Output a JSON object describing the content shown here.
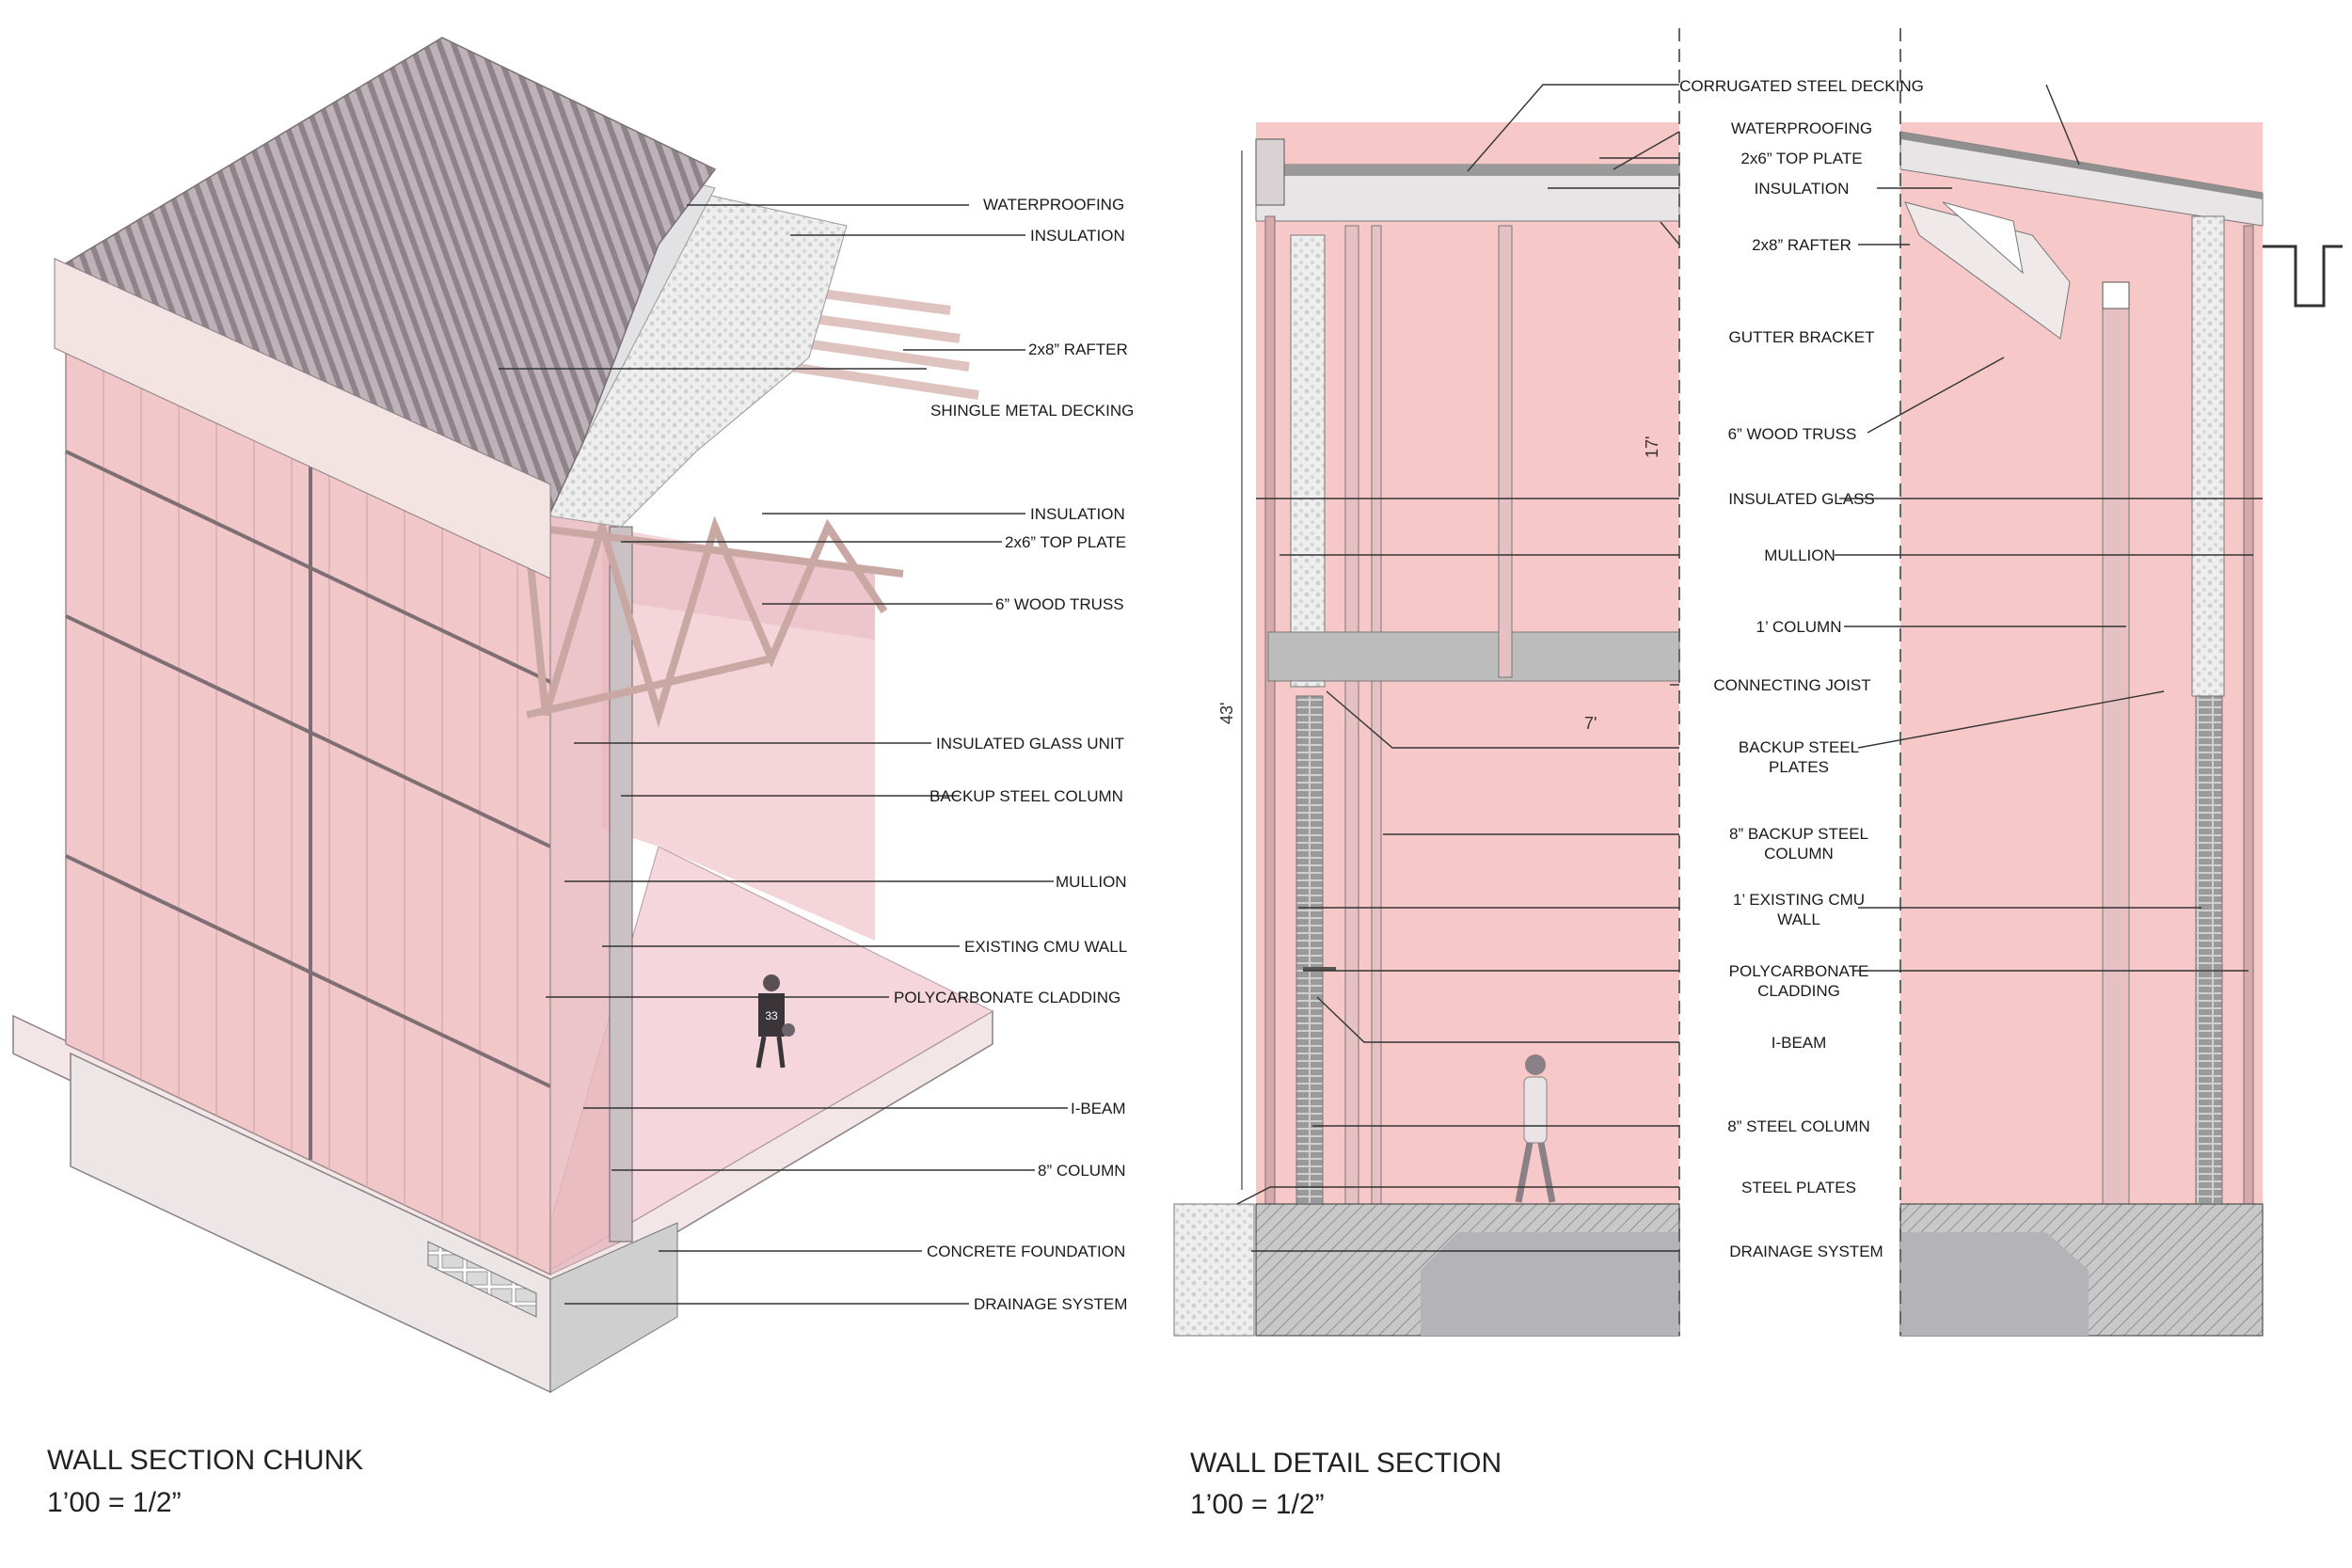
{
  "chunk": {
    "caption_title": "WALL SECTION CHUNK",
    "caption_scale": "1’00 = 1/2”",
    "labels": {
      "waterproofing": "WATERPROOFING",
      "insulation_top": "INSULATION",
      "rafter": "2x8” RAFTER",
      "shingle_decking": "SHINGLE METAL DECKING",
      "insulation_mid": "INSULATION",
      "top_plate": "2x6” TOP PLATE",
      "wood_truss": "6” WOOD TRUSS",
      "insulated_glass_unit": "INSULATED GLASS UNIT",
      "backup_steel_column": "BACKUP STEEL COLUMN",
      "mullion": "MULLION",
      "existing_cmu": "EXISTING CMU WALL",
      "polycarbonate": "POLYCARBONATE CLADDING",
      "ibeam": "I-BEAM",
      "column": "8” COLUMN",
      "concrete_foundation": "CONCRETE FOUNDATION",
      "drainage": "DRAINAGE SYSTEM"
    },
    "player_number": "33"
  },
  "detail": {
    "caption_title": "WALL DETAIL SECTION",
    "caption_scale": "1’00 = 1/2”",
    "labels": {
      "corrugated_decking": "CORRUGATED STEEL DECKING",
      "waterproofing": "WATERPROOFING",
      "top_plate": "2x6” TOP PLATE",
      "insulation": "INSULATION",
      "rafter": "2x8” RAFTER",
      "gutter_bracket": "GUTTER BRACKET",
      "wood_truss": "6” WOOD TRUSS",
      "insulated_glass": "INSULATED GLASS",
      "mullion": "MULLION",
      "column": "1’ COLUMN",
      "connecting_joist": "CONNECTING JOIST",
      "backup_plates_1": "BACKUP STEEL",
      "backup_plates_2": "PLATES",
      "backup_column_1": "8” BACKUP STEEL",
      "backup_column_2": "COLUMN",
      "existing_cmu_1": "1’ EXISTING CMU",
      "existing_cmu_2": "WALL",
      "polycarbonate_1": "POLYCARBONATE",
      "polycarbonate_2": "CLADDING",
      "ibeam": "I-BEAM",
      "steel_column": "8” STEEL COLUMN",
      "steel_plates": "STEEL PLATES",
      "drainage": "DRAINAGE SYSTEM"
    },
    "dimensions": {
      "total_height": "43'",
      "upper_height": "17'",
      "joist_span": "7'"
    }
  },
  "colors": {
    "pink_wall": "#f6c8c8",
    "pink_light": "#fbe3e3",
    "pink_mid": "#efb4b4",
    "roof_grey": "#b9aeb3",
    "concrete": "#d8d8d8",
    "line": "#333333"
  }
}
